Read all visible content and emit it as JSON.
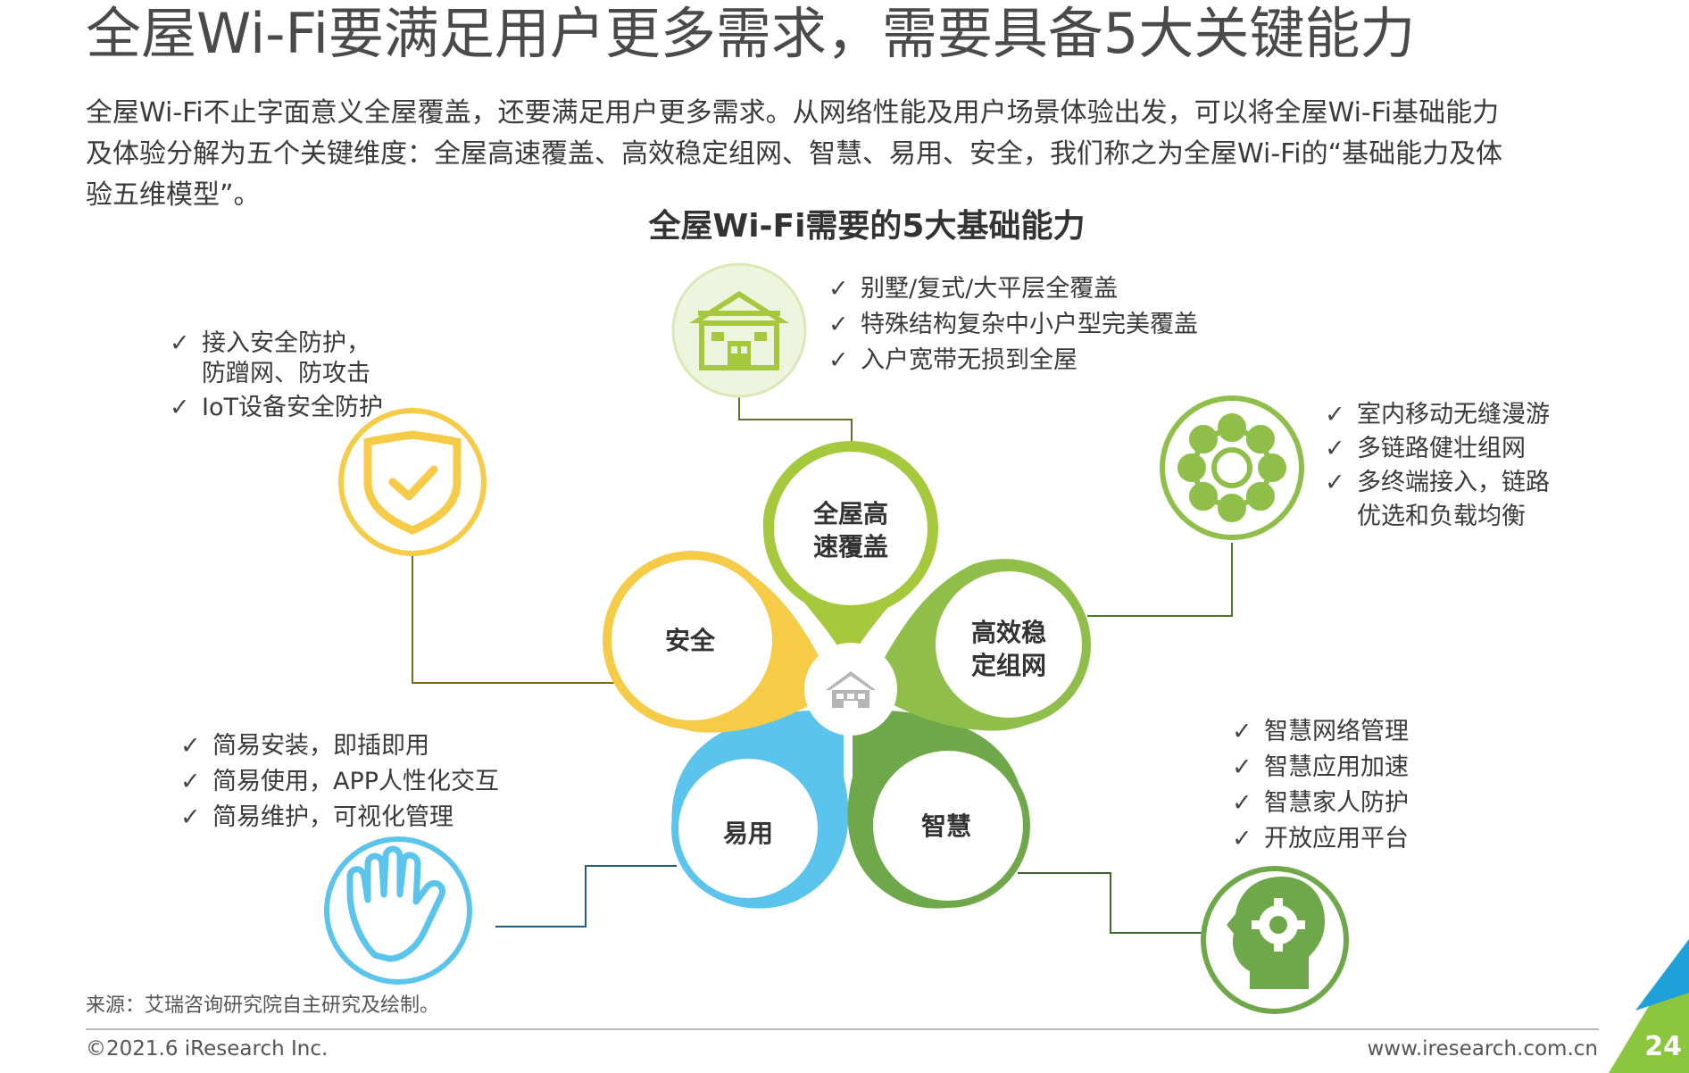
{
  "header": {
    "title": "全屋Wi-Fi要满足用户更多需求，需要具备5大关键能力",
    "intro_lines": [
      "全屋Wi-Fi不止字面意义全屋覆盖，还要满足用户更多需求。从网络性能及用户场景体验出发，可以将全屋Wi-Fi基础能力",
      "及体验分解为五个关键维度：全屋高速覆盖、高效稳定组网、智慧、易用、安全，我们称之为全屋Wi-Fi的“基础能力及体",
      "验五维模型”。"
    ]
  },
  "diagram": {
    "title": "全屋Wi-Fi需要的5大基础能力",
    "center_icon": "house-icon",
    "check_mark": "✓",
    "petals": [
      {
        "key": "coverage",
        "label_lines": [
          "全屋高",
          "速覆盖"
        ],
        "color": "#a5c83c",
        "icon": "house-icon",
        "items": [
          "别墅/复式/大平层全覆盖",
          "特殊结构复杂中小户型完美覆盖",
          "入户宽带无损到全屋"
        ]
      },
      {
        "key": "network",
        "label_lines": [
          "高效稳",
          "定组网"
        ],
        "color": "#8fbf4a",
        "icon": "mesh-network-icon",
        "items": [
          "室内移动无缝漫游",
          "多链路健壮组网",
          "多终端接入，链路",
          "优选和负载均衡"
        ]
      },
      {
        "key": "smart",
        "label_lines": [
          "智慧"
        ],
        "color": "#6fa84a",
        "icon": "head-gear-icon",
        "items": [
          "智慧网络管理",
          "智慧应用加速",
          "智慧家人防护",
          "开放应用平台"
        ]
      },
      {
        "key": "easy",
        "label_lines": [
          "易用"
        ],
        "color": "#5bc4ec",
        "icon": "hand-icon",
        "items": [
          "简易安装，即插即用",
          "简易使用，APP人性化交互",
          "简易维护，可视化管理"
        ]
      },
      {
        "key": "security",
        "label_lines": [
          "安全"
        ],
        "color": "#f5cb47",
        "icon": "shield-check-icon",
        "items": [
          "接入安全防护，",
          "防蹭网、防攻击",
          "IoT设备安全防护"
        ]
      }
    ]
  },
  "footer": {
    "source": "来源：艾瑞咨询研究院自主研究及绘制。",
    "copyright": "©2021.6 iResearch Inc.",
    "website": "www.iresearch.com.cn",
    "page_number": "24"
  },
  "colors": {
    "connector": "#6b6b2a",
    "corner_green": "#8cc63f",
    "corner_blue": "#1ea1d8"
  }
}
